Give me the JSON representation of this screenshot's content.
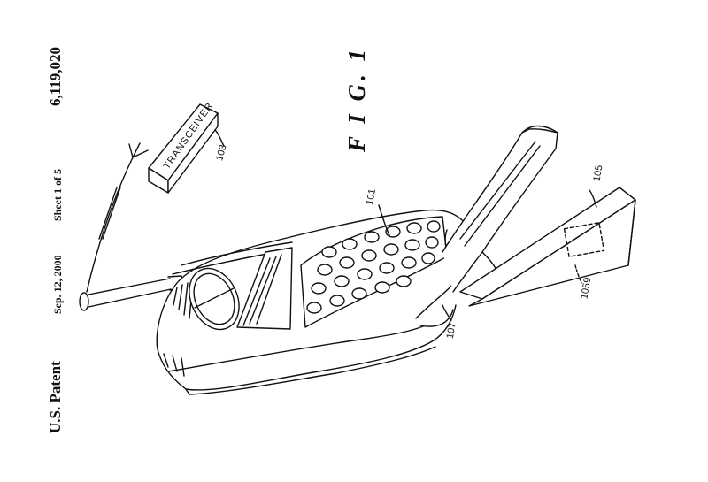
{
  "header": {
    "publisher": "U.S. Patent",
    "date": "Sep. 12, 2000",
    "sheet": "Sheet 1 of 5",
    "patent_number": "6,119,020"
  },
  "figure": {
    "label": "F I G.  1"
  },
  "components": {
    "transceiver_label": "TRANSCEIVER",
    "ref_transceiver": "103",
    "ref_keypad": "101",
    "ref_card": "105",
    "ref_card_chip": "1059",
    "ref_hinge": "107"
  }
}
